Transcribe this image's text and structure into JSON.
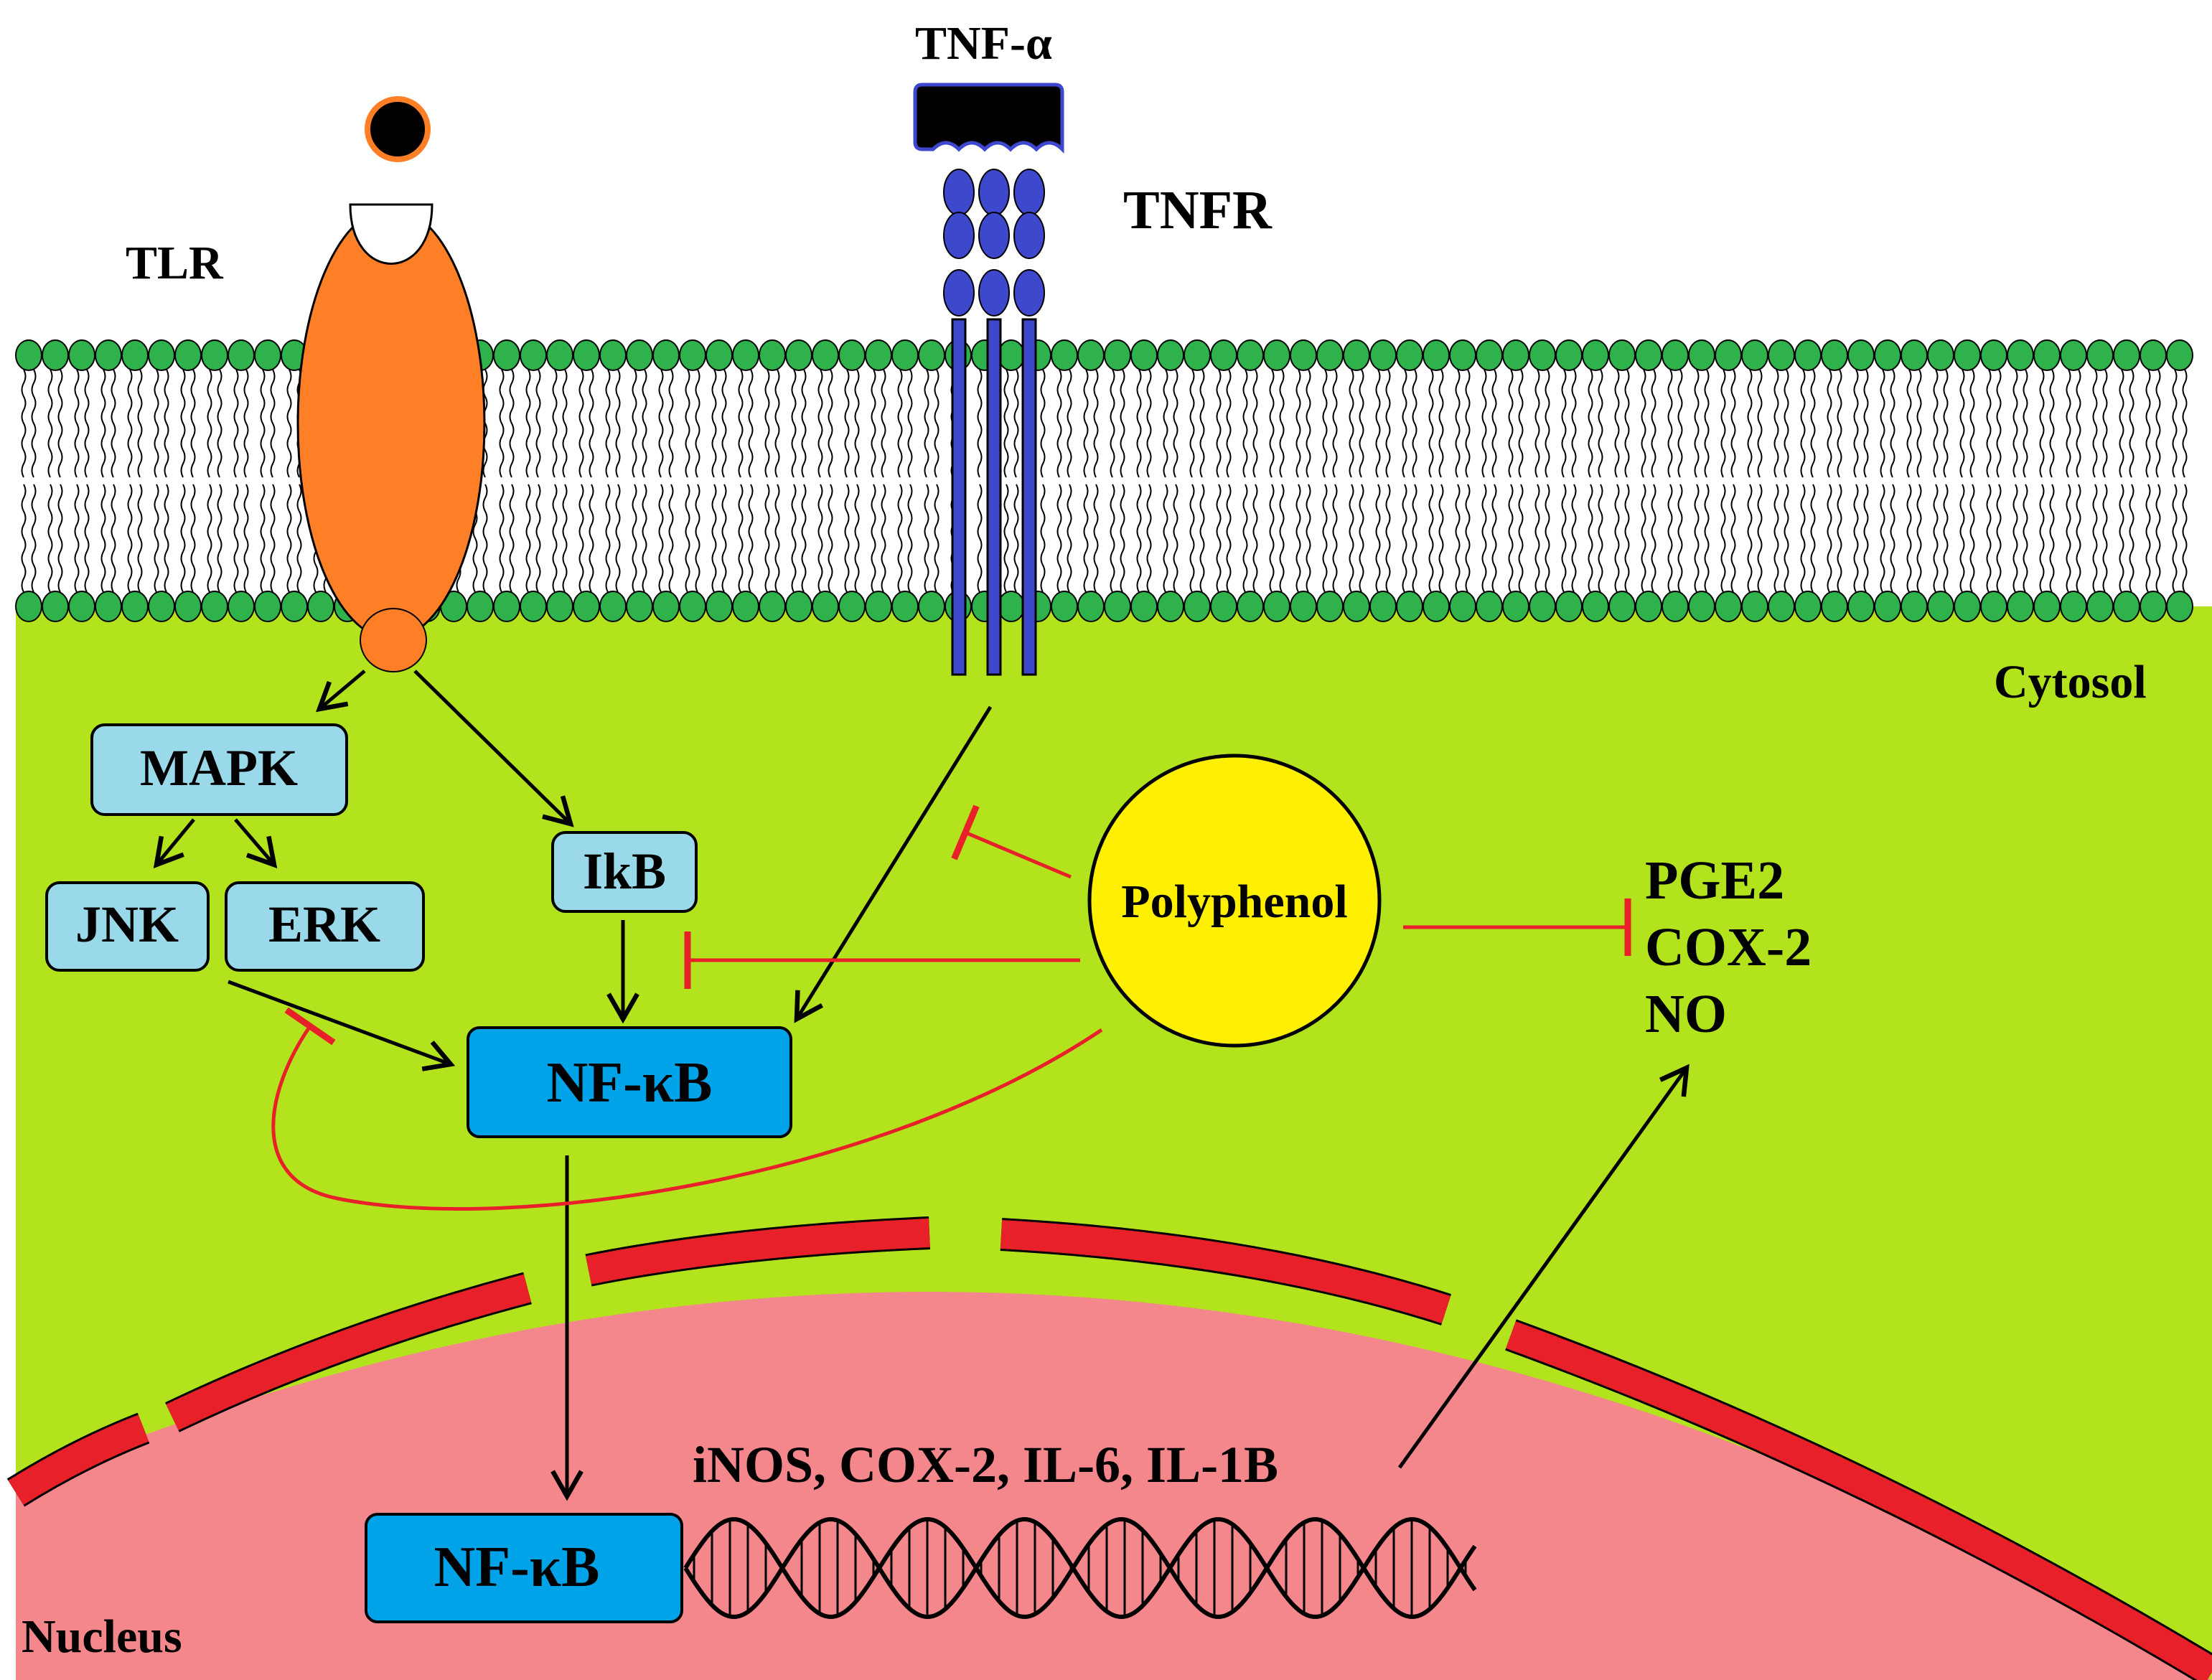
{
  "labels": {
    "tlr": "TLR",
    "tnf_alpha": "TNF-α",
    "tnfr": "TNFR",
    "cytosol": "Cytosol",
    "nucleus": "Nucleus",
    "genes": "iNOS, COX-2, IL-6, IL-1B"
  },
  "nodes": {
    "mapk": "MAPK",
    "jnk": "JNK",
    "erk": "ERK",
    "ikb": "IkB",
    "nfkb_cytosol": "NF-κB",
    "nfkb_nucleus": "NF-κB",
    "polyphenol": "Polyphenol"
  },
  "products": [
    "PGE2",
    "COX-2",
    "NO"
  ],
  "colors": {
    "cytosol": "#b2e31d",
    "nucleus": "#f4878b",
    "nuclear_envelope": "#e8202a",
    "lipid_head": "#2fb24b",
    "tlr": "#ff7f27",
    "tnfr": "#3e48cc",
    "kinase_box": "#99d9ea",
    "nfkb_box": "#00a2e8",
    "polyphenol": "#ffef00",
    "inhibition": "#e8202a"
  }
}
